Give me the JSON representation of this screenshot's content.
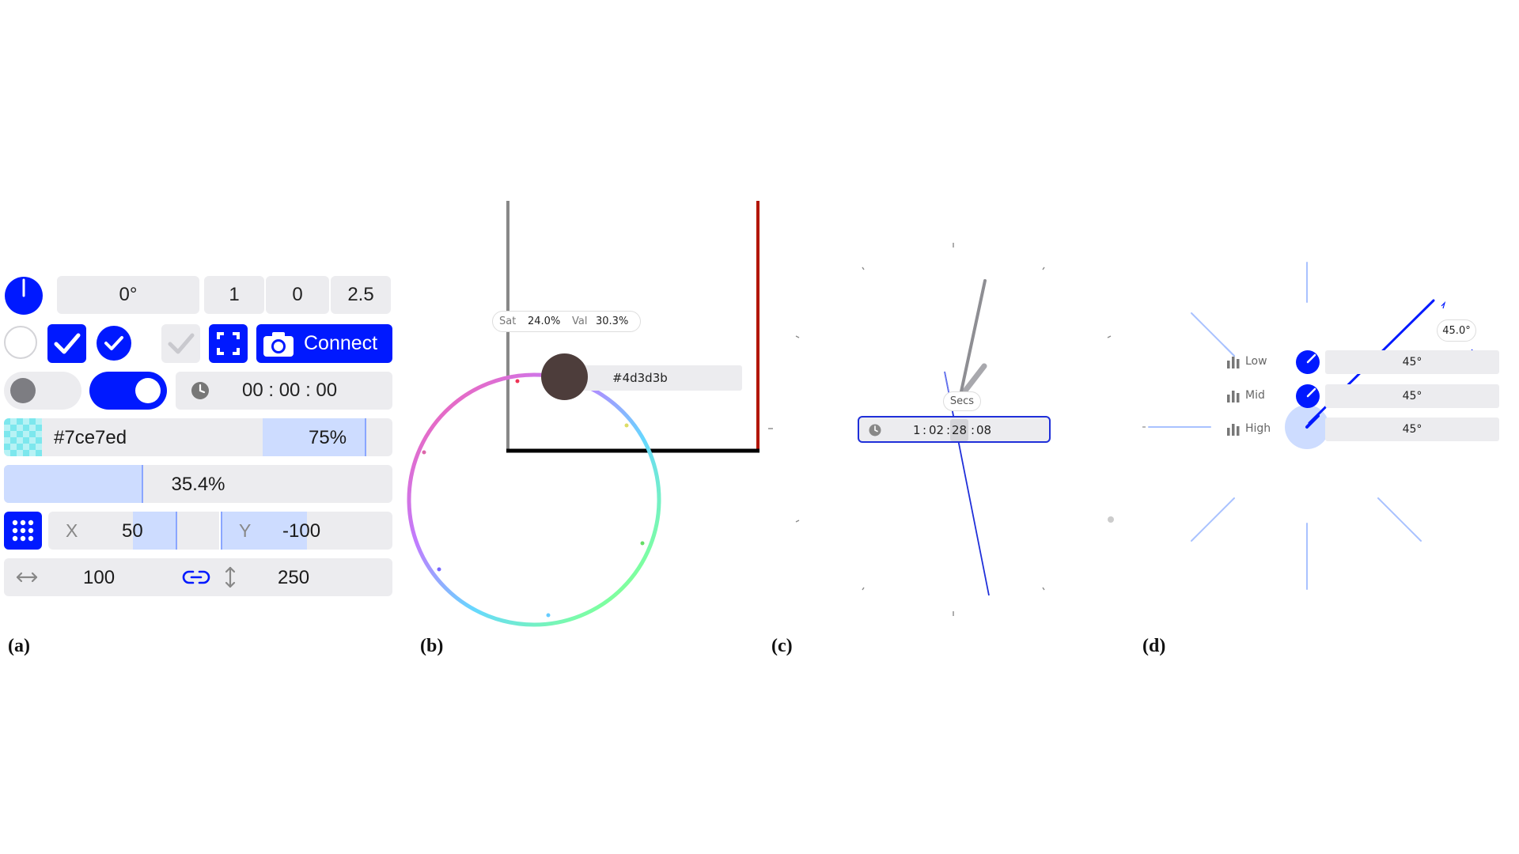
{
  "panels": {
    "a": {
      "label": "(a)",
      "angle_value": "0°",
      "num_fields": [
        "1",
        "0",
        "2.5"
      ],
      "connect_label": "Connect",
      "time_value": "00 : 00 : 00",
      "color_hex": "#7ce7ed",
      "color_opacity": "75%",
      "progress_value": "35.4%",
      "progress_fraction": 0.354,
      "x_label": "X",
      "x_value": "50",
      "y_label": "Y",
      "y_value": "-100",
      "width_value": "100",
      "height_value": "250",
      "swatch_color": "#7ce7ed",
      "accent": "#0019ff"
    },
    "b": {
      "label": "(b)",
      "sat_label": "Sat",
      "sat_value": "24.0%",
      "val_label": "Val",
      "val_value": "30.3%",
      "hex_value": "#4d3d3b",
      "selected_color": "#4d3d3b"
    },
    "c": {
      "label": "(c)",
      "secs_label": "Secs",
      "time_hours": "1",
      "time_minutes": "02",
      "time_seconds": "28",
      "time_frames": "08"
    },
    "d": {
      "label": "(d)",
      "angle_badge": "45.0°",
      "bands": [
        {
          "name": "Low",
          "value": "45°"
        },
        {
          "name": "Mid",
          "value": "45°"
        },
        {
          "name": "High",
          "value": "45°"
        }
      ]
    }
  }
}
